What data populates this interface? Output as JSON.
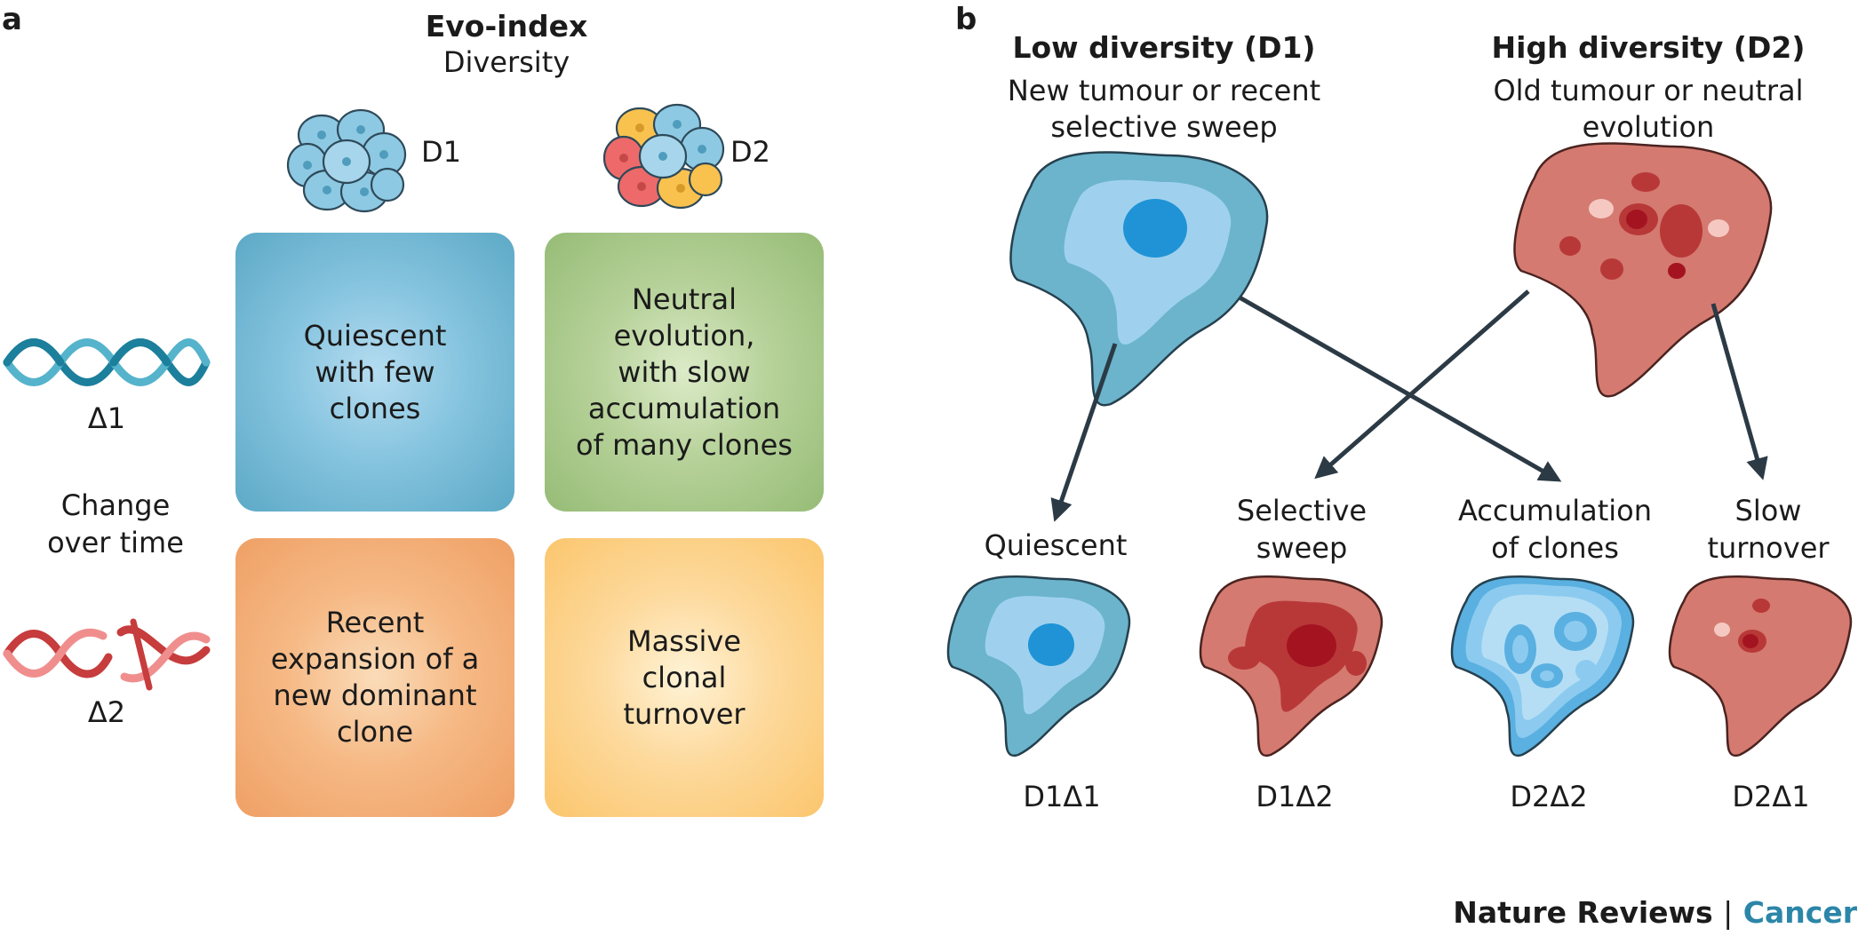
{
  "panel_a": {
    "letter": "a",
    "title": "Evo-index",
    "subtitle": "Diversity",
    "d1_label": "D1",
    "d2_label": "D2",
    "delta1_label": "Δ1",
    "delta2_label": "Δ2",
    "row_axis_label": "Change\nover time",
    "boxes": {
      "d1_delta1": "Quiescent\nwith few\nclones",
      "d2_delta1": "Neutral\nevolution,\nwith slow\naccumulation\nof many clones",
      "d1_delta2": "Recent\nexpansion of a\nnew dominant\nclone",
      "d2_delta2": "Massive\nclonal\nturnover"
    }
  },
  "panel_b": {
    "letter": "b",
    "low": {
      "title": "Low diversity (D1)",
      "subtitle": "New tumour or recent\nselective sweep"
    },
    "high": {
      "title": "High diversity (D2)",
      "subtitle": "Old tumour or neutral\nevolution"
    },
    "outcomes": [
      {
        "label": "Quiescent",
        "code": "D1Δ1"
      },
      {
        "label": "Selective\nsweep",
        "code": "D1Δ2"
      },
      {
        "label": "Accumulation\nof clones",
        "code": "D2Δ2"
      },
      {
        "label": "Slow\nturnover",
        "code": "D2Δ1"
      }
    ]
  },
  "footer": {
    "journal": "Nature Reviews",
    "separator": "|",
    "section": "Cancer"
  },
  "colors": {
    "blue_cell_outer": "#6bb4cc",
    "blue_cell_mid": "#9fd1ee",
    "blue_cell_core": "#1f93d6",
    "red_cell_outer": "#d47a70",
    "red_cell_dark": "#b83838",
    "red_cell_core": "#a41420",
    "arrow": "#2b3a45",
    "brand_accent": "#2b86a8"
  }
}
